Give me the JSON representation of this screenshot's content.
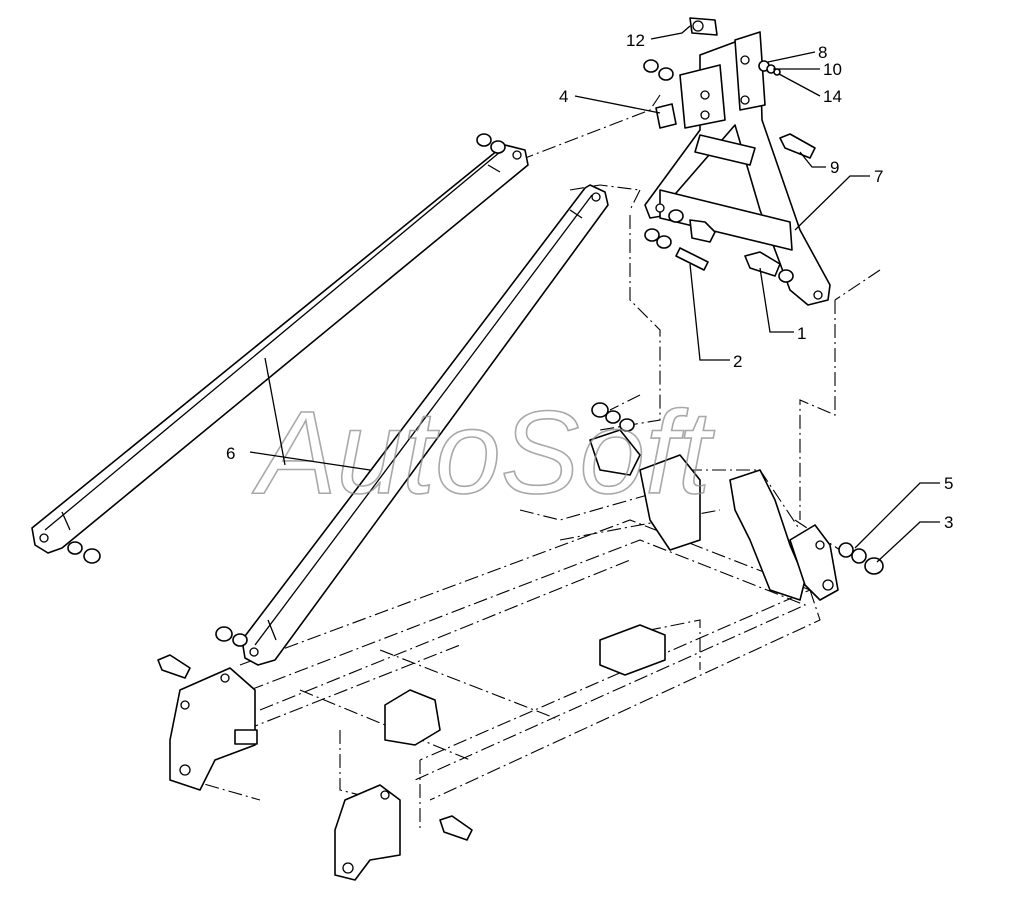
{
  "watermark": "AutoSoft",
  "callouts": [
    {
      "id": "12",
      "label": "12"
    },
    {
      "id": "8",
      "label": "8"
    },
    {
      "id": "10",
      "label": "10"
    },
    {
      "id": "14",
      "label": "14"
    },
    {
      "id": "4",
      "label": "4"
    },
    {
      "id": "9",
      "label": "9"
    },
    {
      "id": "7",
      "label": "7"
    },
    {
      "id": "1",
      "label": "1"
    },
    {
      "id": "2",
      "label": "2"
    },
    {
      "id": "6",
      "label": "6"
    },
    {
      "id": "5",
      "label": "5"
    },
    {
      "id": "3",
      "label": "3"
    }
  ]
}
